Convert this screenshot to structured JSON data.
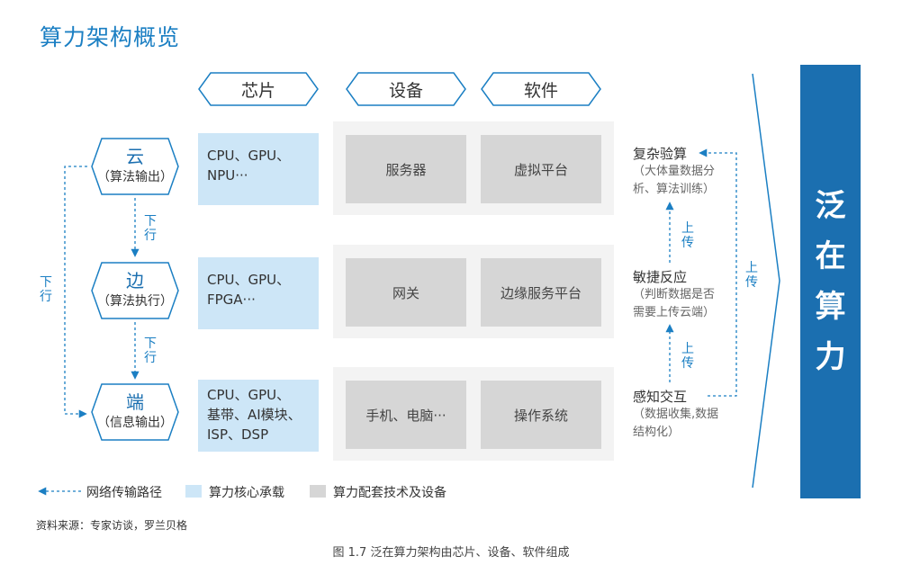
{
  "title": "算力架构概览",
  "headers": {
    "chip": "芯片",
    "device": "设备",
    "software": "软件"
  },
  "layers": [
    {
      "name": "云",
      "sub": "（算法输出）",
      "chips": [
        "CPU、GPU、",
        "NPU···"
      ],
      "device": "服务器",
      "software": "虚拟平台"
    },
    {
      "name": "边",
      "sub": "（算法执行）",
      "chips": [
        "CPU、GPU、",
        "FPGA···"
      ],
      "device": "网关",
      "software": "边缘服务平台"
    },
    {
      "name": "端",
      "sub": "（信息输出）",
      "chips": [
        "CPU、GPU、",
        "基带、AI模块、",
        "ISP、DSP"
      ],
      "device": "手机、电脑···",
      "software": "操作系统"
    }
  ],
  "flow": {
    "down": [
      "下",
      "行"
    ],
    "up": [
      "上",
      "传"
    ]
  },
  "right": [
    {
      "title": "复杂验算",
      "desc": [
        "（大体量数据分",
        "析、算法训练）"
      ]
    },
    {
      "title": "敏捷反应",
      "desc": [
        "（判断数据是否",
        "需要上传云端）"
      ]
    },
    {
      "title": "感知交互",
      "desc": [
        "（数据收集,数据",
        "结构化）"
      ]
    }
  ],
  "big": [
    "泛",
    "在",
    "算",
    "力"
  ],
  "legend": {
    "path": "网络传输路径",
    "core": "算力核心承载",
    "support": "算力配套技术及设备"
  },
  "source": "资料来源：专家访谈，罗兰贝格",
  "caption": "图 1.7 泛在算力架构由芯片、设备、软件组成",
  "colors": {
    "accent": "#1b7fc3",
    "chip_fill": "#cde6f7",
    "grey_fill": "#d6d6d6",
    "big_box": "#1b6fb0"
  }
}
